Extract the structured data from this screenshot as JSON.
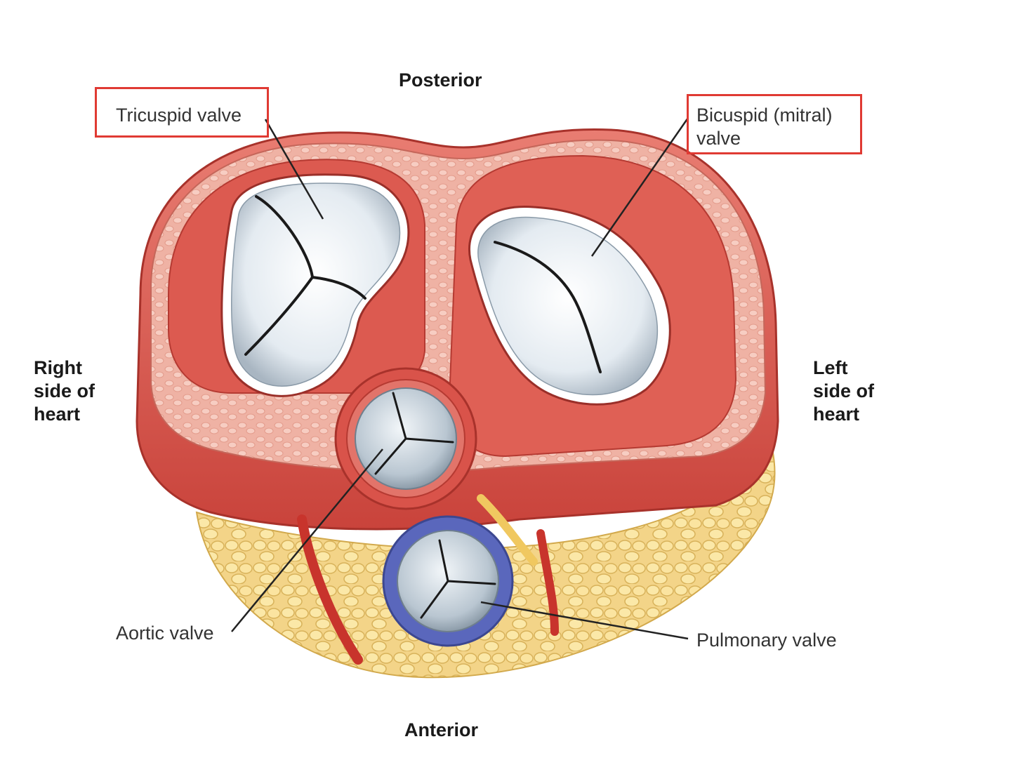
{
  "orientation": {
    "posterior": "Posterior",
    "anterior": "Anterior",
    "right_side": [
      "Right",
      "side of",
      "heart"
    ],
    "left_side": [
      "Left",
      "side of",
      "heart"
    ]
  },
  "labels": {
    "tricuspid": "Tricuspid valve",
    "bicuspid": [
      "Bicuspid (mitral)",
      "valve"
    ],
    "aortic": "Aortic valve",
    "pulmonary": "Pulmonary valve"
  },
  "highlighted": [
    "tricuspid",
    "bicuspid"
  ],
  "colors": {
    "muscle": "#d9534a",
    "muscle_dark": "#b8332e",
    "muscle_light": "#e9857a",
    "fibrous": "#efb3a6",
    "fat": "#f6d98a",
    "fat_edge": "#d9b55a",
    "valve_leaflet": "#e8eef3",
    "valve_shadow": "#9aa8b4",
    "pulmonary_ring": "#5564b8",
    "highlight": "#e03a33",
    "leader_line": "#222222"
  }
}
